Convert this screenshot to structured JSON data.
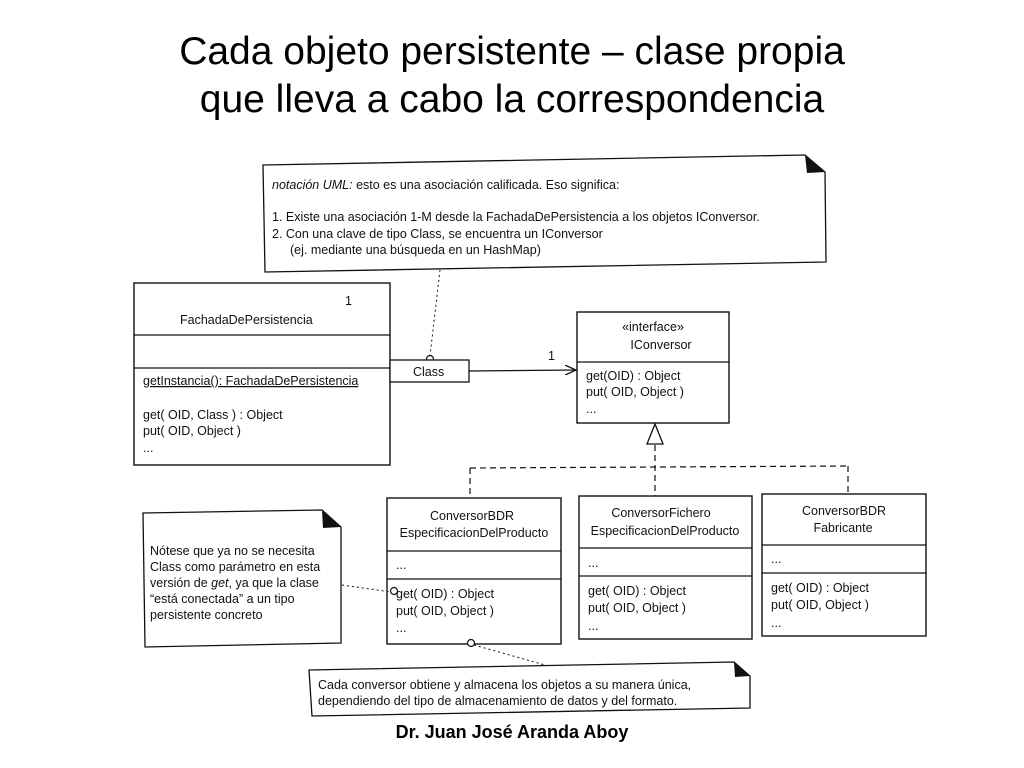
{
  "slide": {
    "title_line1": "Cada objeto persistente – clase propia",
    "title_line2": "que lleva a cabo la correspondencia",
    "footer": "Dr. Juan José Aranda Aboy"
  },
  "notes": {
    "uml": {
      "label": "notación UML:",
      "first_line_rest": " esto es una asociación calificada. Eso significa:",
      "line2": "1. Existe una asociación 1-M desde la FachadaDePersistencia a los objetos IConversor.",
      "line3": "2. Con una clave de tipo Class, se encuentra un IConversor",
      "line4": "(ej. mediante una búsqueda en un HashMap)"
    },
    "left": {
      "line1": "Nótese que ya no se necesita",
      "line2": "Class como parámetro en esta",
      "line3_a": "versión de ",
      "line3_em": "get",
      "line3_b": ", ya que la clase",
      "line4": "“está conectada” a un tipo",
      "line5": "persistente concreto"
    },
    "bottom": {
      "line1": "Cada conversor obtiene y almacena los objetos a su manera única,",
      "line2": "dependiendo del tipo de almacenamiento de datos y del  formato."
    }
  },
  "classes": {
    "fachada": {
      "name": "FachadaDePersistencia",
      "multiplicity": "1",
      "op_static": "getInstancia(): FachadaDePersistencia",
      "op_get": "get( OID, Class ) : Object",
      "op_put": "put( OID, Object )",
      "op_more": "..."
    },
    "qualifier": {
      "label": "Class",
      "multiplicity": "1"
    },
    "iconversor": {
      "stereotype": "«interface»",
      "name": "IConversor",
      "op_get": "get(OID) : Object",
      "op_put": "put( OID, Object )",
      "op_more": "..."
    },
    "conv1": {
      "name_line1": "ConversorBDR",
      "name_line2": "EspecificacionDelProducto",
      "attrs": "...",
      "op_get": "get( OID) : Object",
      "op_put": "put( OID, Object )",
      "op_more": "..."
    },
    "conv2": {
      "name_line1": "ConversorFichero",
      "name_line2": "EspecificacionDelProducto",
      "attrs": "...",
      "op_get": "get( OID) : Object",
      "op_put": "put( OID, Object )",
      "op_more": "..."
    },
    "conv3": {
      "name_line1": "ConversorBDR",
      "name_line2": "Fabricante",
      "attrs": "...",
      "op_get": "get( OID) : Object",
      "op_put": "put( OID, Object )",
      "op_more": "..."
    }
  }
}
